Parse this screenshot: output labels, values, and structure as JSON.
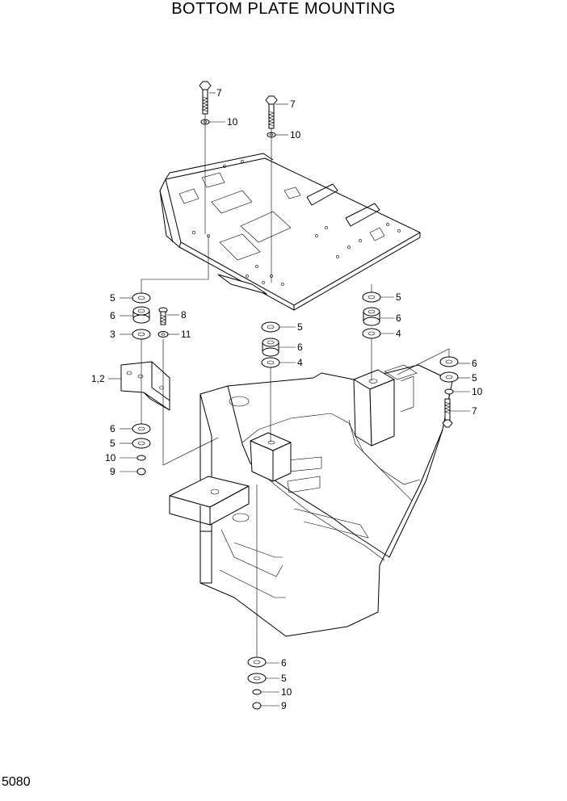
{
  "title": "BOTTOM PLATE MOUNTING",
  "page_number": "5080",
  "callouts": [
    {
      "id": "c-7a",
      "text": "7"
    },
    {
      "id": "c-10a",
      "text": "10"
    },
    {
      "id": "c-7b",
      "text": "7"
    },
    {
      "id": "c-10b",
      "text": "10"
    },
    {
      "id": "c-5-l",
      "text": "5"
    },
    {
      "id": "c-6-l",
      "text": "6"
    },
    {
      "id": "c-3-l",
      "text": "3"
    },
    {
      "id": "c-8",
      "text": "8"
    },
    {
      "id": "c-11",
      "text": "11"
    },
    {
      "id": "c-12",
      "text": "1,2"
    },
    {
      "id": "c-6-l2",
      "text": "6"
    },
    {
      "id": "c-5-l2",
      "text": "5"
    },
    {
      "id": "c-10-l2",
      "text": "10"
    },
    {
      "id": "c-9-l2",
      "text": "9"
    },
    {
      "id": "c-5-c",
      "text": "5"
    },
    {
      "id": "c-6-c",
      "text": "6"
    },
    {
      "id": "c-4-c",
      "text": "4"
    },
    {
      "id": "c-5-r",
      "text": "5"
    },
    {
      "id": "c-6-r",
      "text": "6"
    },
    {
      "id": "c-4-r",
      "text": "4"
    },
    {
      "id": "c-6-r2",
      "text": "6"
    },
    {
      "id": "c-5-r2",
      "text": "5"
    },
    {
      "id": "c-10-r2",
      "text": "10"
    },
    {
      "id": "c-7-r2",
      "text": "7"
    },
    {
      "id": "c-6-b",
      "text": "6"
    },
    {
      "id": "c-5-b",
      "text": "5"
    },
    {
      "id": "c-10-b",
      "text": "10"
    },
    {
      "id": "c-9-b",
      "text": "9"
    }
  ]
}
